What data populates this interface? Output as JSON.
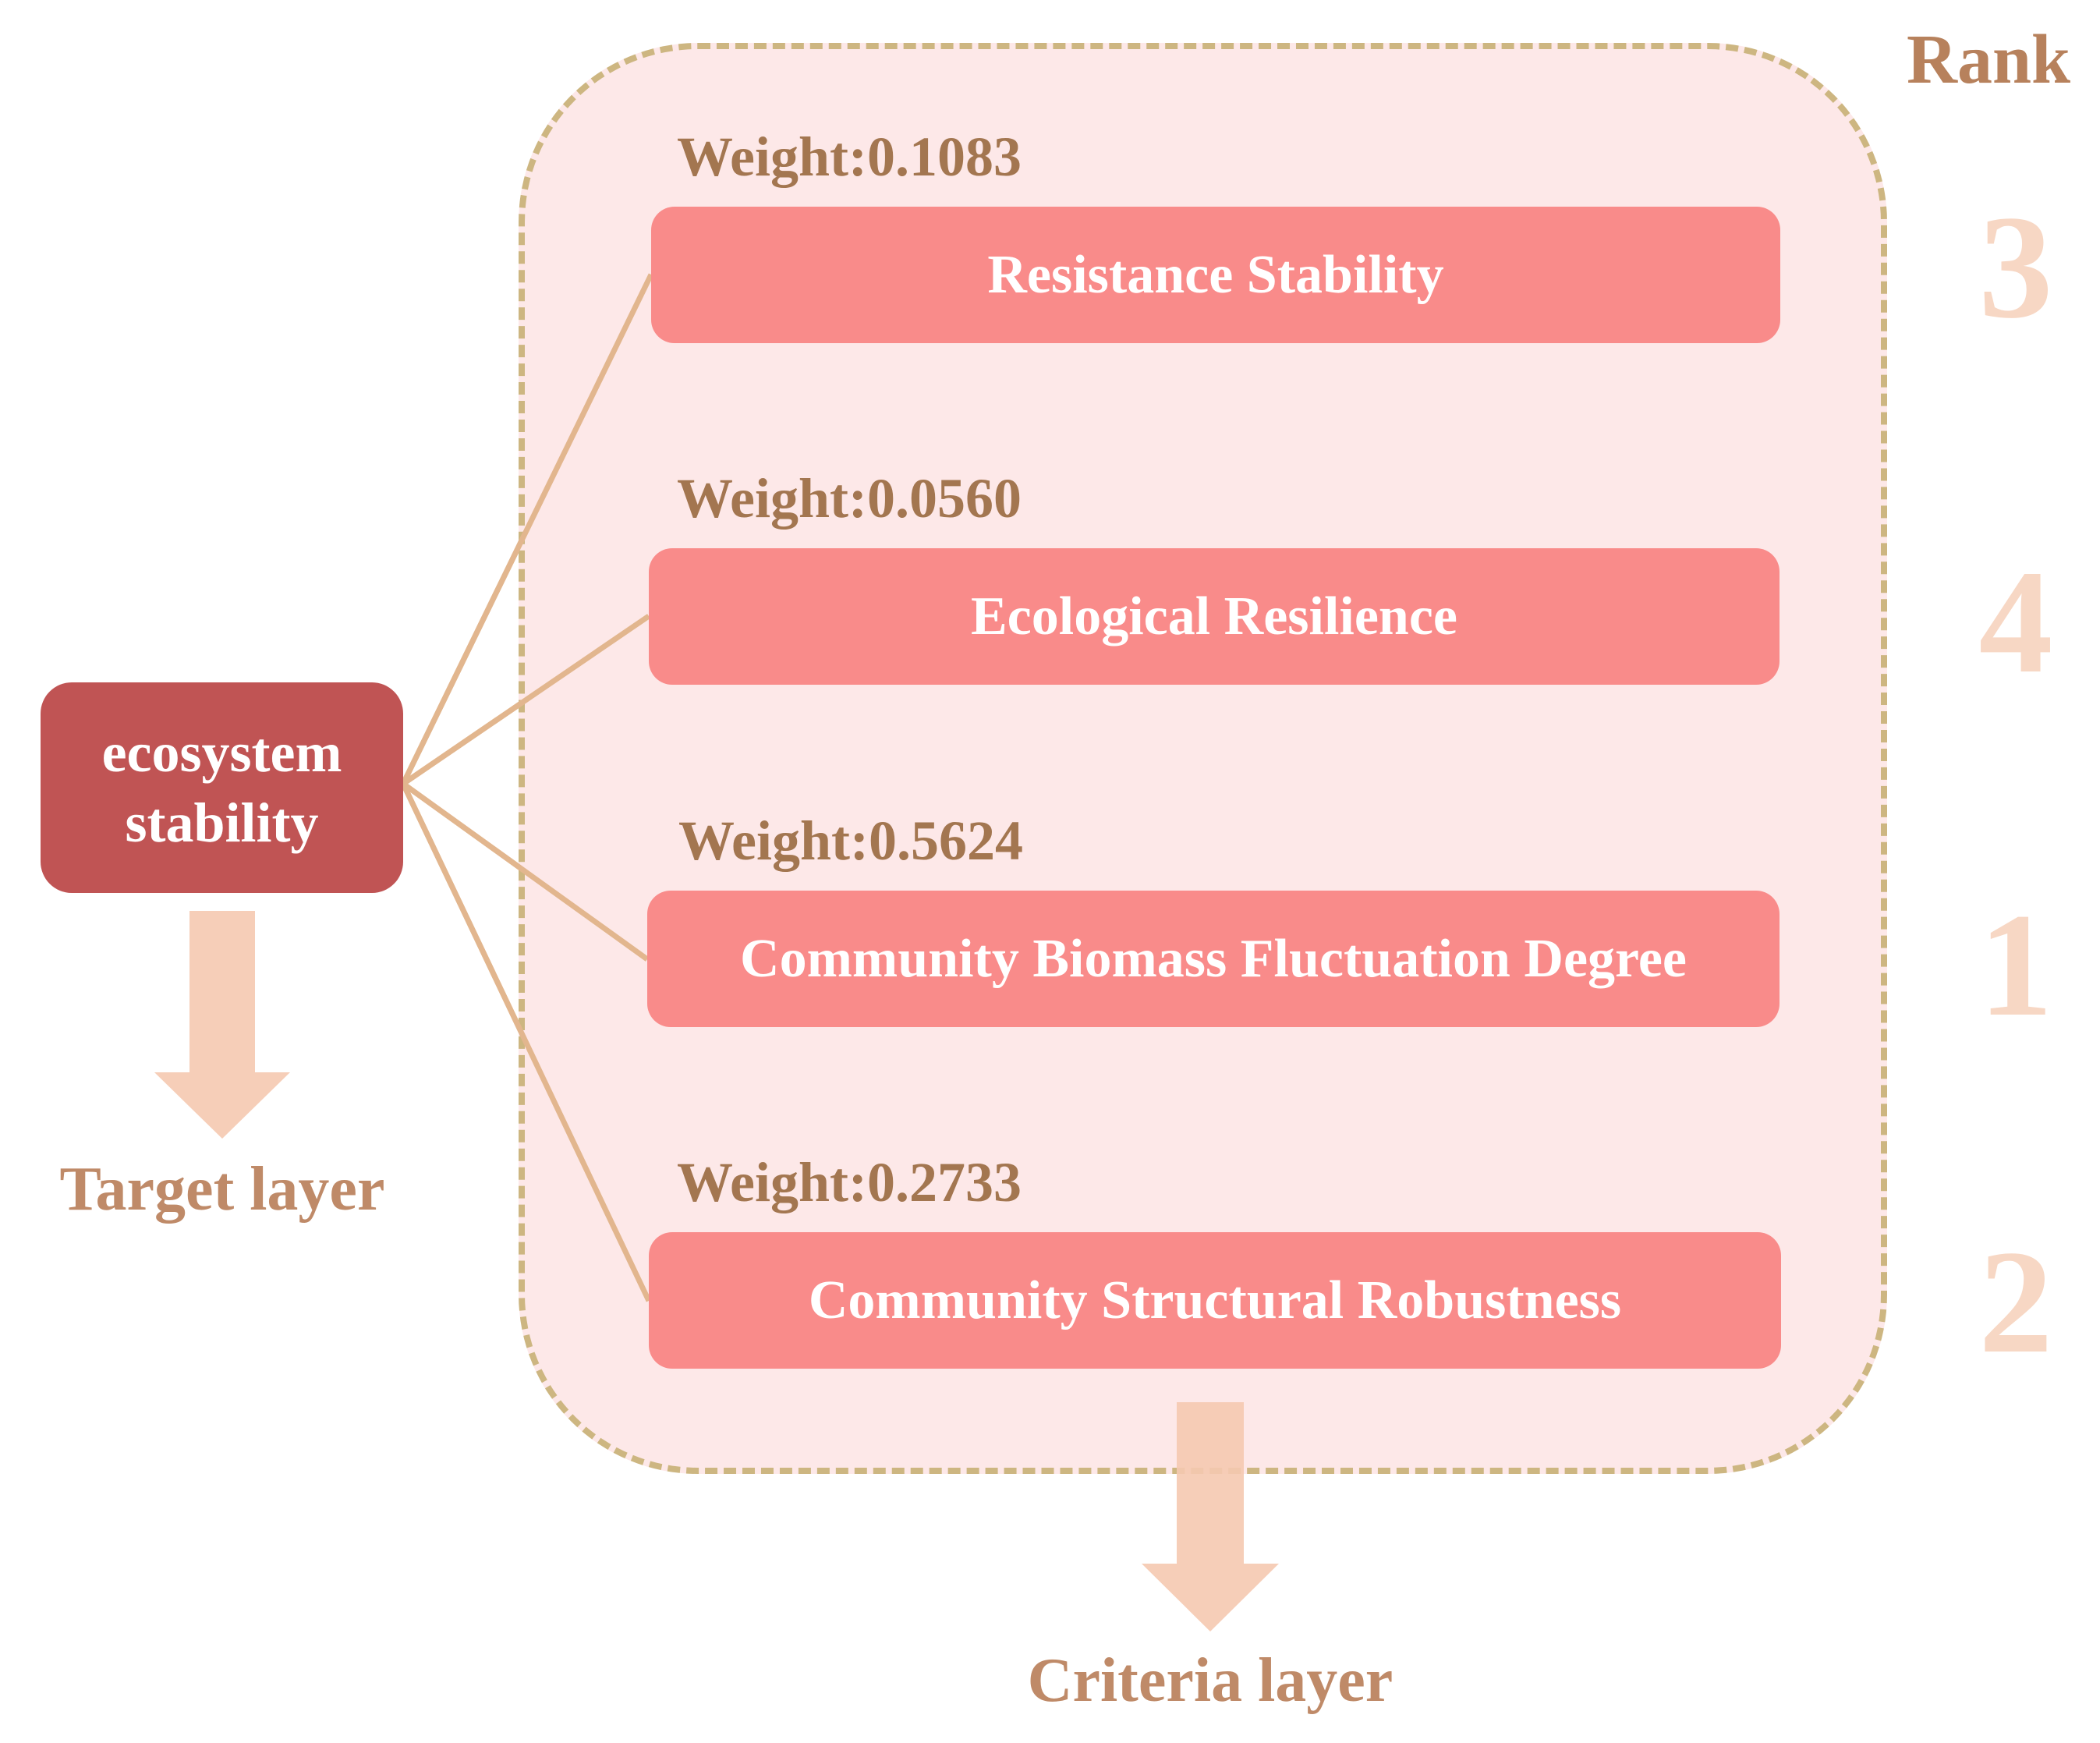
{
  "target": {
    "line1": "ecosystem",
    "line2": "stability",
    "layer_label": "Target layer"
  },
  "criteria_layer_label": "Criteria layer",
  "rank_title": "Rank",
  "criteria": [
    {
      "name": "Resistance Stability",
      "weight": "Weight:0.1083",
      "rank": "3"
    },
    {
      "name": "Ecological Resilience",
      "weight": "Weight:0.0560",
      "rank": "4"
    },
    {
      "name": "Community Biomass Fluctuation Degree",
      "weight": "Weight:0.5624",
      "rank": "1"
    },
    {
      "name": "Community Structural Robustness",
      "weight": "Weight:0.2733",
      "rank": "2"
    }
  ],
  "colors": {
    "target_fill": "#c05454",
    "criterion_fill": "#f98b8a",
    "container_fill": "#fde8e8",
    "container_border": "#cdb681",
    "connector": "#e2b68e",
    "arrow": "#f5c9b0",
    "weight_text": "#a37650",
    "rank_text": "#f7d7c4"
  }
}
